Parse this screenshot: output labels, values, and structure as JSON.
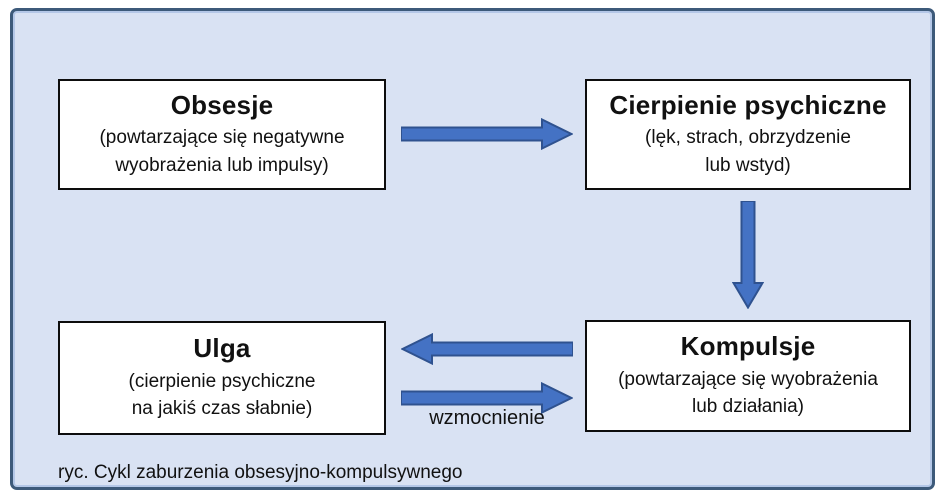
{
  "diagram": {
    "caption": "ryc. Cykl zaburzenia obsesyjno-kompulsywnego",
    "colors": {
      "background": "#d9e2f3",
      "frame_border": "#3d5a7a",
      "frame_inner_line": "#b4c7e7",
      "box_fill": "#ffffff",
      "box_border": "#0d0d0d",
      "arrow_fill": "#4472c4",
      "arrow_stroke": "#2f528f",
      "text": "#111111"
    },
    "nodes": [
      {
        "id": "obsesje",
        "title": "Obsesje",
        "subtitle_line1": "(powtarzające się negatywne",
        "subtitle_line2": "wyobrażenia lub impulsy)"
      },
      {
        "id": "cierpienie-psychiczne",
        "title": "Cierpienie psychiczne",
        "subtitle_line1": "(lęk, strach, obrzydzenie",
        "subtitle_line2": "lub wstyd)"
      },
      {
        "id": "ulga",
        "title": "Ulga",
        "subtitle_line1": "(cierpienie psychiczne",
        "subtitle_line2": "na jakiś czas słabnie)"
      },
      {
        "id": "kompulsje",
        "title": "Kompulsje",
        "subtitle_line1": "(powtarzające się wyobrażenia",
        "subtitle_line2": "lub działania)"
      }
    ],
    "arrows": [
      {
        "from": "Obsesje",
        "to": "Cierpienie psychiczne",
        "direction": "right",
        "label": ""
      },
      {
        "from": "Cierpienie psychiczne",
        "to": "Kompulsje",
        "direction": "down",
        "label": ""
      },
      {
        "from": "Kompulsje",
        "to": "Ulga",
        "direction": "left",
        "label": ""
      },
      {
        "from": "Ulga",
        "to": "Kompulsje",
        "direction": "right",
        "label": "wzmocnienie"
      }
    ]
  }
}
